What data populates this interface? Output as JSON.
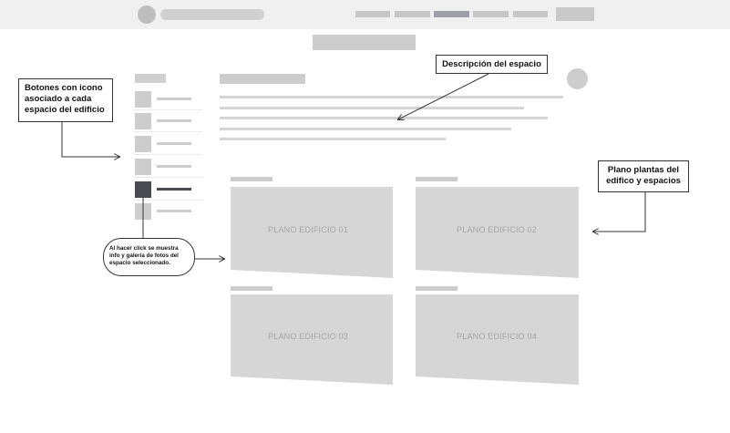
{
  "annotations": {
    "icon_buttons": "Botones con icono asociado a cada espacio del edificio",
    "space_description": "Descripción del espacio",
    "building_plans": "Plano plantas del edifico y espacios",
    "click_behavior": "Al hacer click se muestra info y galería de fotos del espacio seleccionado."
  },
  "plans": [
    {
      "label": "PLANO EDIFICIO 01"
    },
    {
      "label": "PLANO EDIFICIO 02"
    },
    {
      "label": "PLANO EDIFICIO 03"
    },
    {
      "label": "PLANO EDIFICIO 04"
    }
  ],
  "header": {
    "active_nav_index": 2
  },
  "sidebar": {
    "item_count": 6,
    "selected_index": 4
  },
  "colors": {
    "placeholder": "#d6d6d6",
    "selected": "#4a4a52",
    "header_bg": "#f0f0f0",
    "annotation_border": "#333333"
  }
}
